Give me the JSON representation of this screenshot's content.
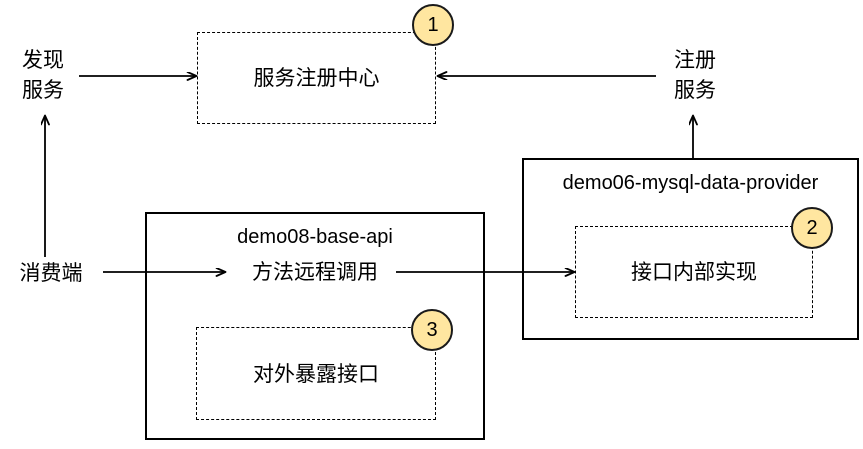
{
  "diagram": {
    "title": "Service registry and RPC architecture diagram",
    "background_color": "#ffffff",
    "badge_fill": "#ffe6a0",
    "badge_stroke": "#1a1a1a",
    "line_color": "#000000"
  },
  "labels": {
    "discover_service": "发现\n服务",
    "register_service": "注册\n服务",
    "consumer": "消费端"
  },
  "nodes": {
    "registry": {
      "label": "服务注册中心",
      "style": "dash-dot"
    },
    "provider": {
      "title": "demo06-mysql-data-provider",
      "style": "solid",
      "inner": {
        "label": "接口内部实现",
        "style": "dash-dot"
      }
    },
    "base_api": {
      "title": "demo08-base-api",
      "style": "solid",
      "method_call": "方法远程调用",
      "inner": {
        "label": "对外暴露接口",
        "style": "dash-dot"
      }
    }
  },
  "badges": [
    {
      "id": "badge-1",
      "value": "1"
    },
    {
      "id": "badge-2",
      "value": "2"
    },
    {
      "id": "badge-3",
      "value": "3"
    }
  ]
}
